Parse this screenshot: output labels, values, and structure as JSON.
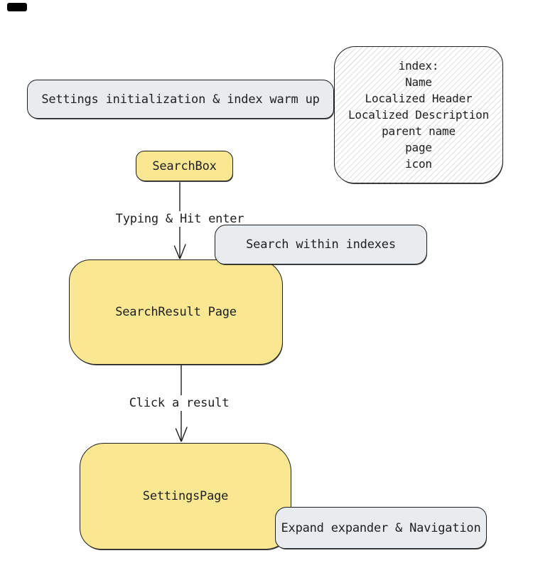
{
  "colors": {
    "yellow_fill": "#fae792",
    "gray_fill": "#e9ecef",
    "stroke": "#1e1e1e",
    "hatch_line": "#dfe1e4",
    "marker": "#000000"
  },
  "nodes": {
    "settings_init": {
      "label": "Settings initialization & index warm up"
    },
    "index_note": {
      "lines": [
        "index:",
        "Name",
        "Localized Header",
        "Localized Description",
        "parent name",
        "page",
        "icon"
      ]
    },
    "search_box": {
      "label": "SearchBox"
    },
    "search_within": {
      "label": "Search within indexes"
    },
    "search_result": {
      "label": "SearchResult Page"
    },
    "settings_page": {
      "label": "SettingsPage"
    },
    "expand_nav": {
      "label": "Expand expander & Navigation"
    }
  },
  "edges": {
    "typing_enter": {
      "label": "Typing & Hit enter"
    },
    "click_result": {
      "label": "Click a result"
    }
  }
}
